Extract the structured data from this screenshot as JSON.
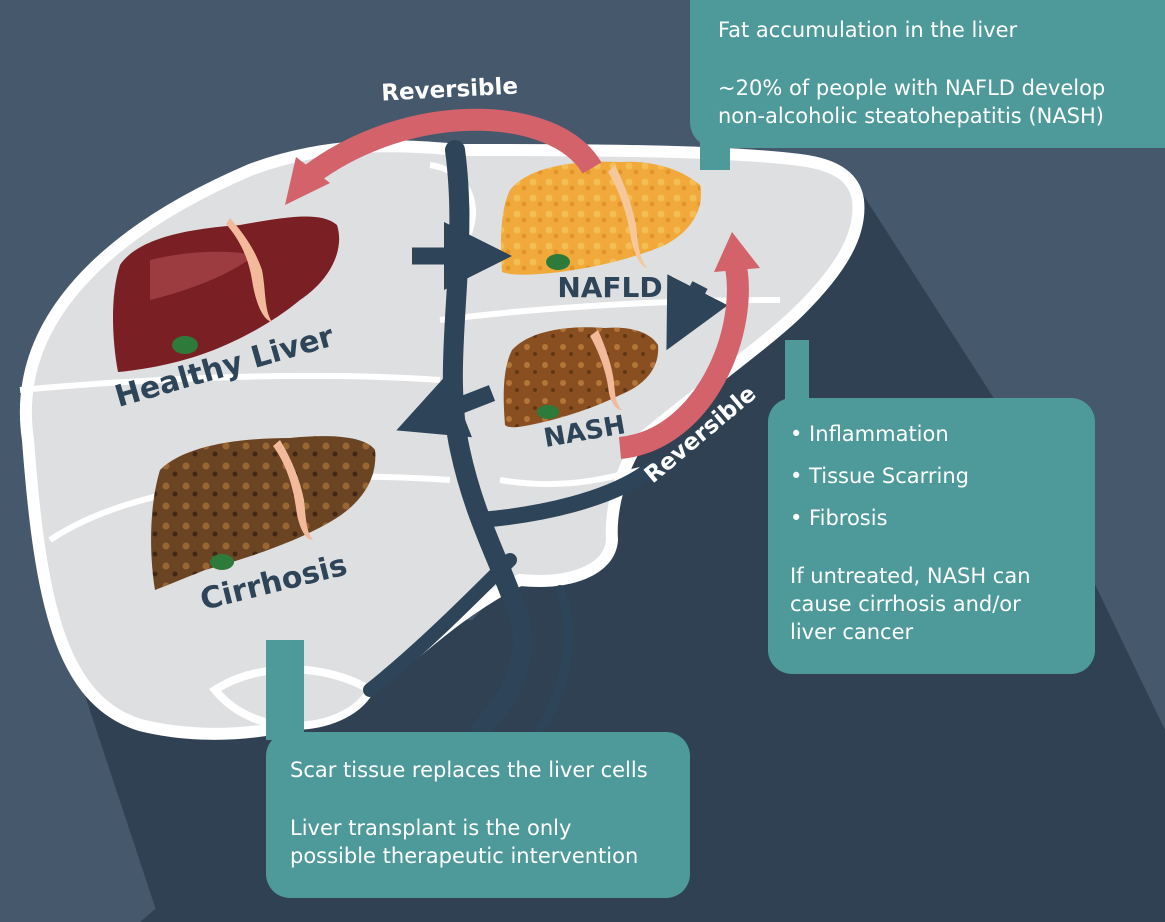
{
  "colors": {
    "background": "#46586c",
    "shadow": "#2f4152",
    "liver_silhouette": "#dedfe1",
    "liver_outline": "#ffffff",
    "arrow_dark": "#2d4459",
    "arrow_reversible": "#d3626b",
    "callout": "#4e9a9a",
    "healthy_liver": "#7a1f24",
    "nafld_liver": "#f0a93a",
    "nash_liver": "#8a4f21",
    "cirrhosis_liver": "#6b4423"
  },
  "stages": {
    "healthy": "Healthy Liver",
    "nafld": "NAFLD",
    "nash": "NASH",
    "cirrhosis": "Cirrhosis"
  },
  "arrows": {
    "reversible_top": "Reversible",
    "reversible_right": "Reversible"
  },
  "callouts": {
    "nafld": {
      "line1": "Fat accumulation in the liver",
      "line2": "~20% of people with NAFLD develop",
      "line3": "non-alcoholic steatohepatitis (NASH)"
    },
    "nash": {
      "bullet1": "• Inflammation",
      "bullet2": "• Tissue Scarring",
      "bullet3": "• Fibrosis",
      "note1": "If untreated, NASH can",
      "note2": "cause cirrhosis and/or",
      "note3": "liver cancer"
    },
    "cirrhosis": {
      "line1": "Scar tissue replaces the liver cells",
      "line2": "Liver transplant is the only",
      "line3": "possible therapeutic intervention"
    }
  }
}
